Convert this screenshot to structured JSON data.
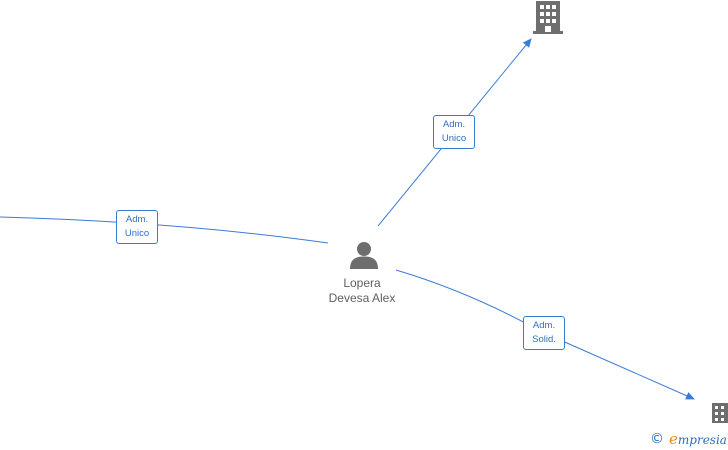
{
  "person": {
    "name_line1": "Lopera",
    "name_line2": "Devesa Alex",
    "icon": "person-icon"
  },
  "companies": [
    {
      "id": "company-top",
      "icon": "building-icon"
    },
    {
      "id": "company-bottom-right",
      "icon": "building-icon"
    }
  ],
  "relations": [
    {
      "id": "rel-left",
      "line1": "Adm.",
      "line2": "Unico"
    },
    {
      "id": "rel-top",
      "line1": "Adm.",
      "line2": "Unico"
    },
    {
      "id": "rel-bottom",
      "line1": "Adm.",
      "line2": "Solid."
    }
  ],
  "watermark": {
    "copyright": "©",
    "brand_initial": "e",
    "brand_rest": "mpresia"
  },
  "colors": {
    "link": "#3a7bd5",
    "node": "#6e6e6e",
    "brand_blue": "#2a6fb8",
    "brand_orange": "#e8891c"
  }
}
